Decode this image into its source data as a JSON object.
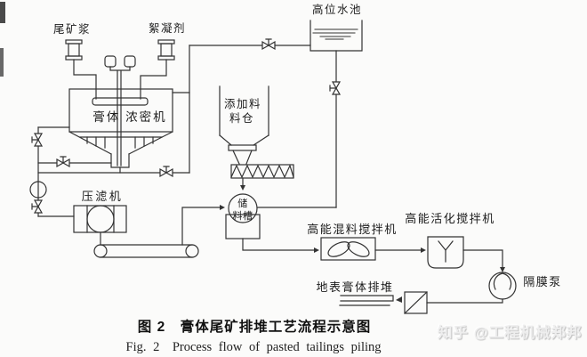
{
  "diagram": {
    "labels": {
      "tailings_slurry": "尾矿浆",
      "flocculant": "絮凝剂",
      "high_level_water_tank": "高位水池",
      "additive_silo_line1": "添加料",
      "additive_silo_line2": "料仓",
      "paste_thickener": "膏体 浓密机",
      "filter_press": "压滤机",
      "storage_tank_line1": "储",
      "storage_tank_line2": "料槽",
      "high_energy_mixing_agitator": "高能混料搅拌机",
      "high_energy_activation_agitator": "高能活化搅拌机",
      "diaphragm_pump": "隔膜泵",
      "surface_paste_piling": "地表膏体排堆"
    },
    "caption": {
      "zh": "图 2　膏体尾矿排堆工艺流程示意图",
      "en": "Fig. 2　Process flow of pasted tailings piling"
    },
    "watermark": "知乎 @工程机械郑邦",
    "colors": {
      "line": "#333333",
      "background": "#fbfbfa",
      "text": "#1c1c1c"
    }
  }
}
